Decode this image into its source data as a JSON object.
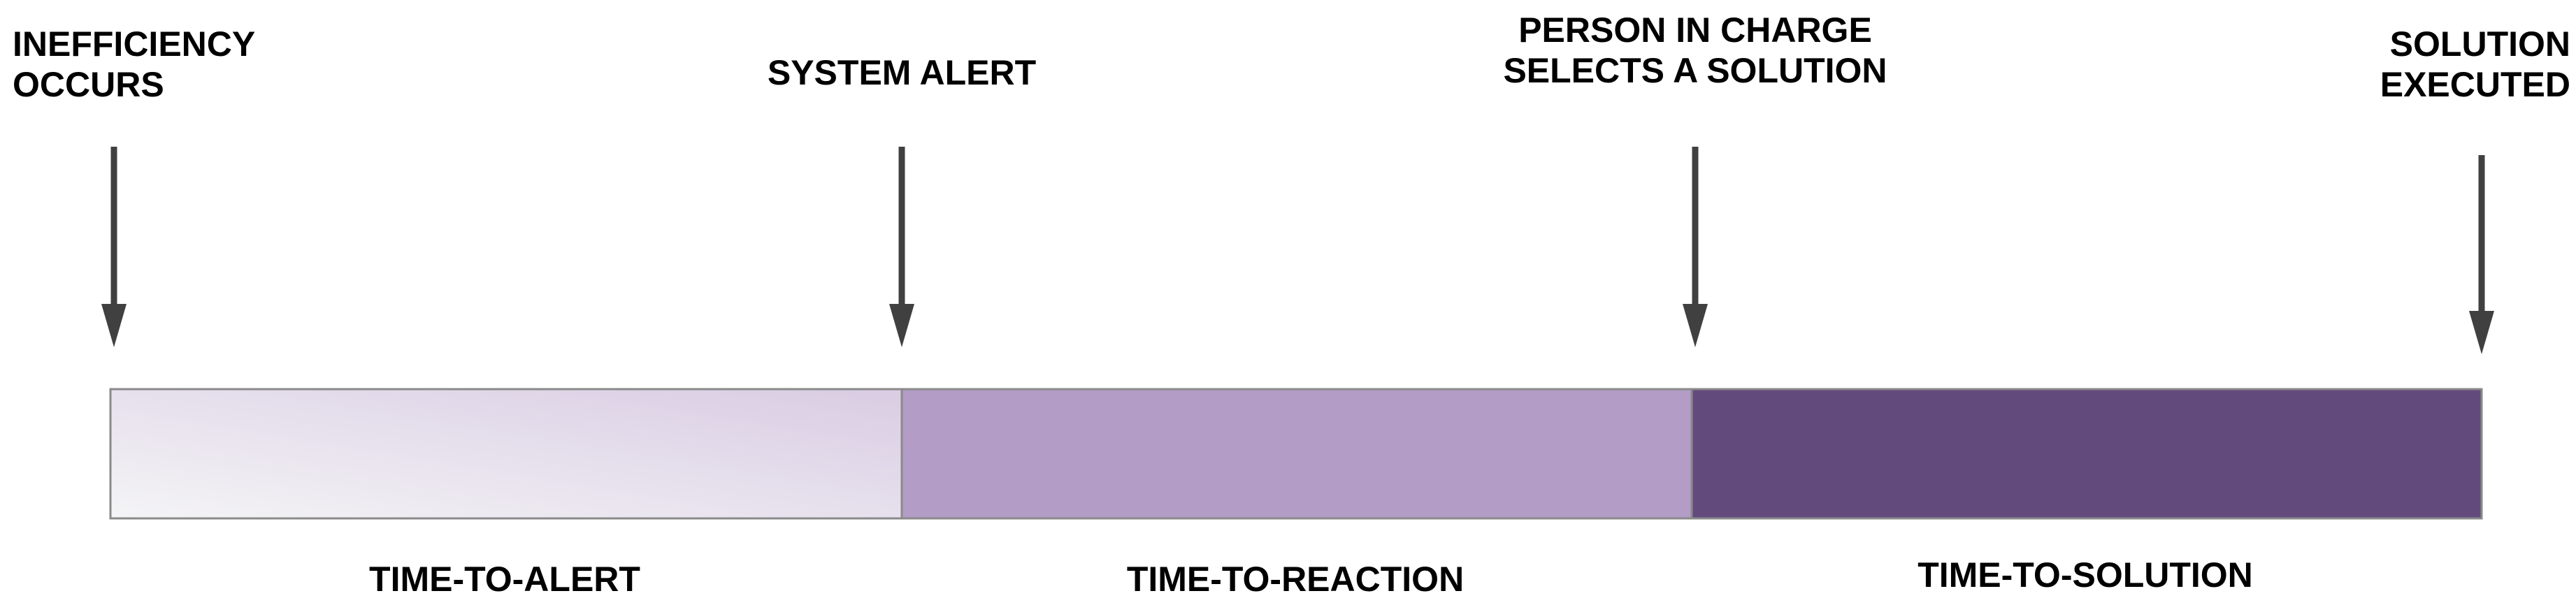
{
  "colors": {
    "arrow": "#404040",
    "bar_border": "#8a8a8a",
    "alert_phase_start": "#f4f4f6",
    "alert_phase_end": "#d9cce3",
    "reaction_phase": "#b39cc6",
    "solution_phase": "#634a7d"
  },
  "events": [
    {
      "id": "inefficiency",
      "label": "INEFFICIENCY\nOCCURS",
      "icon": "arrow-down-icon"
    },
    {
      "id": "alert",
      "label": "SYSTEM ALERT",
      "icon": "arrow-down-icon"
    },
    {
      "id": "selection",
      "label": "PERSON IN CHARGE\nSELECTS A SOLUTION",
      "icon": "arrow-down-icon"
    },
    {
      "id": "execution",
      "label": "SOLUTION\nEXECUTED",
      "icon": "arrow-down-icon"
    }
  ],
  "phases": [
    {
      "id": "alert",
      "label": "TIME-TO-ALERT"
    },
    {
      "id": "reaction",
      "label": "TIME-TO-REACTION"
    },
    {
      "id": "solution",
      "label": "TIME-TO-SOLUTION"
    }
  ]
}
